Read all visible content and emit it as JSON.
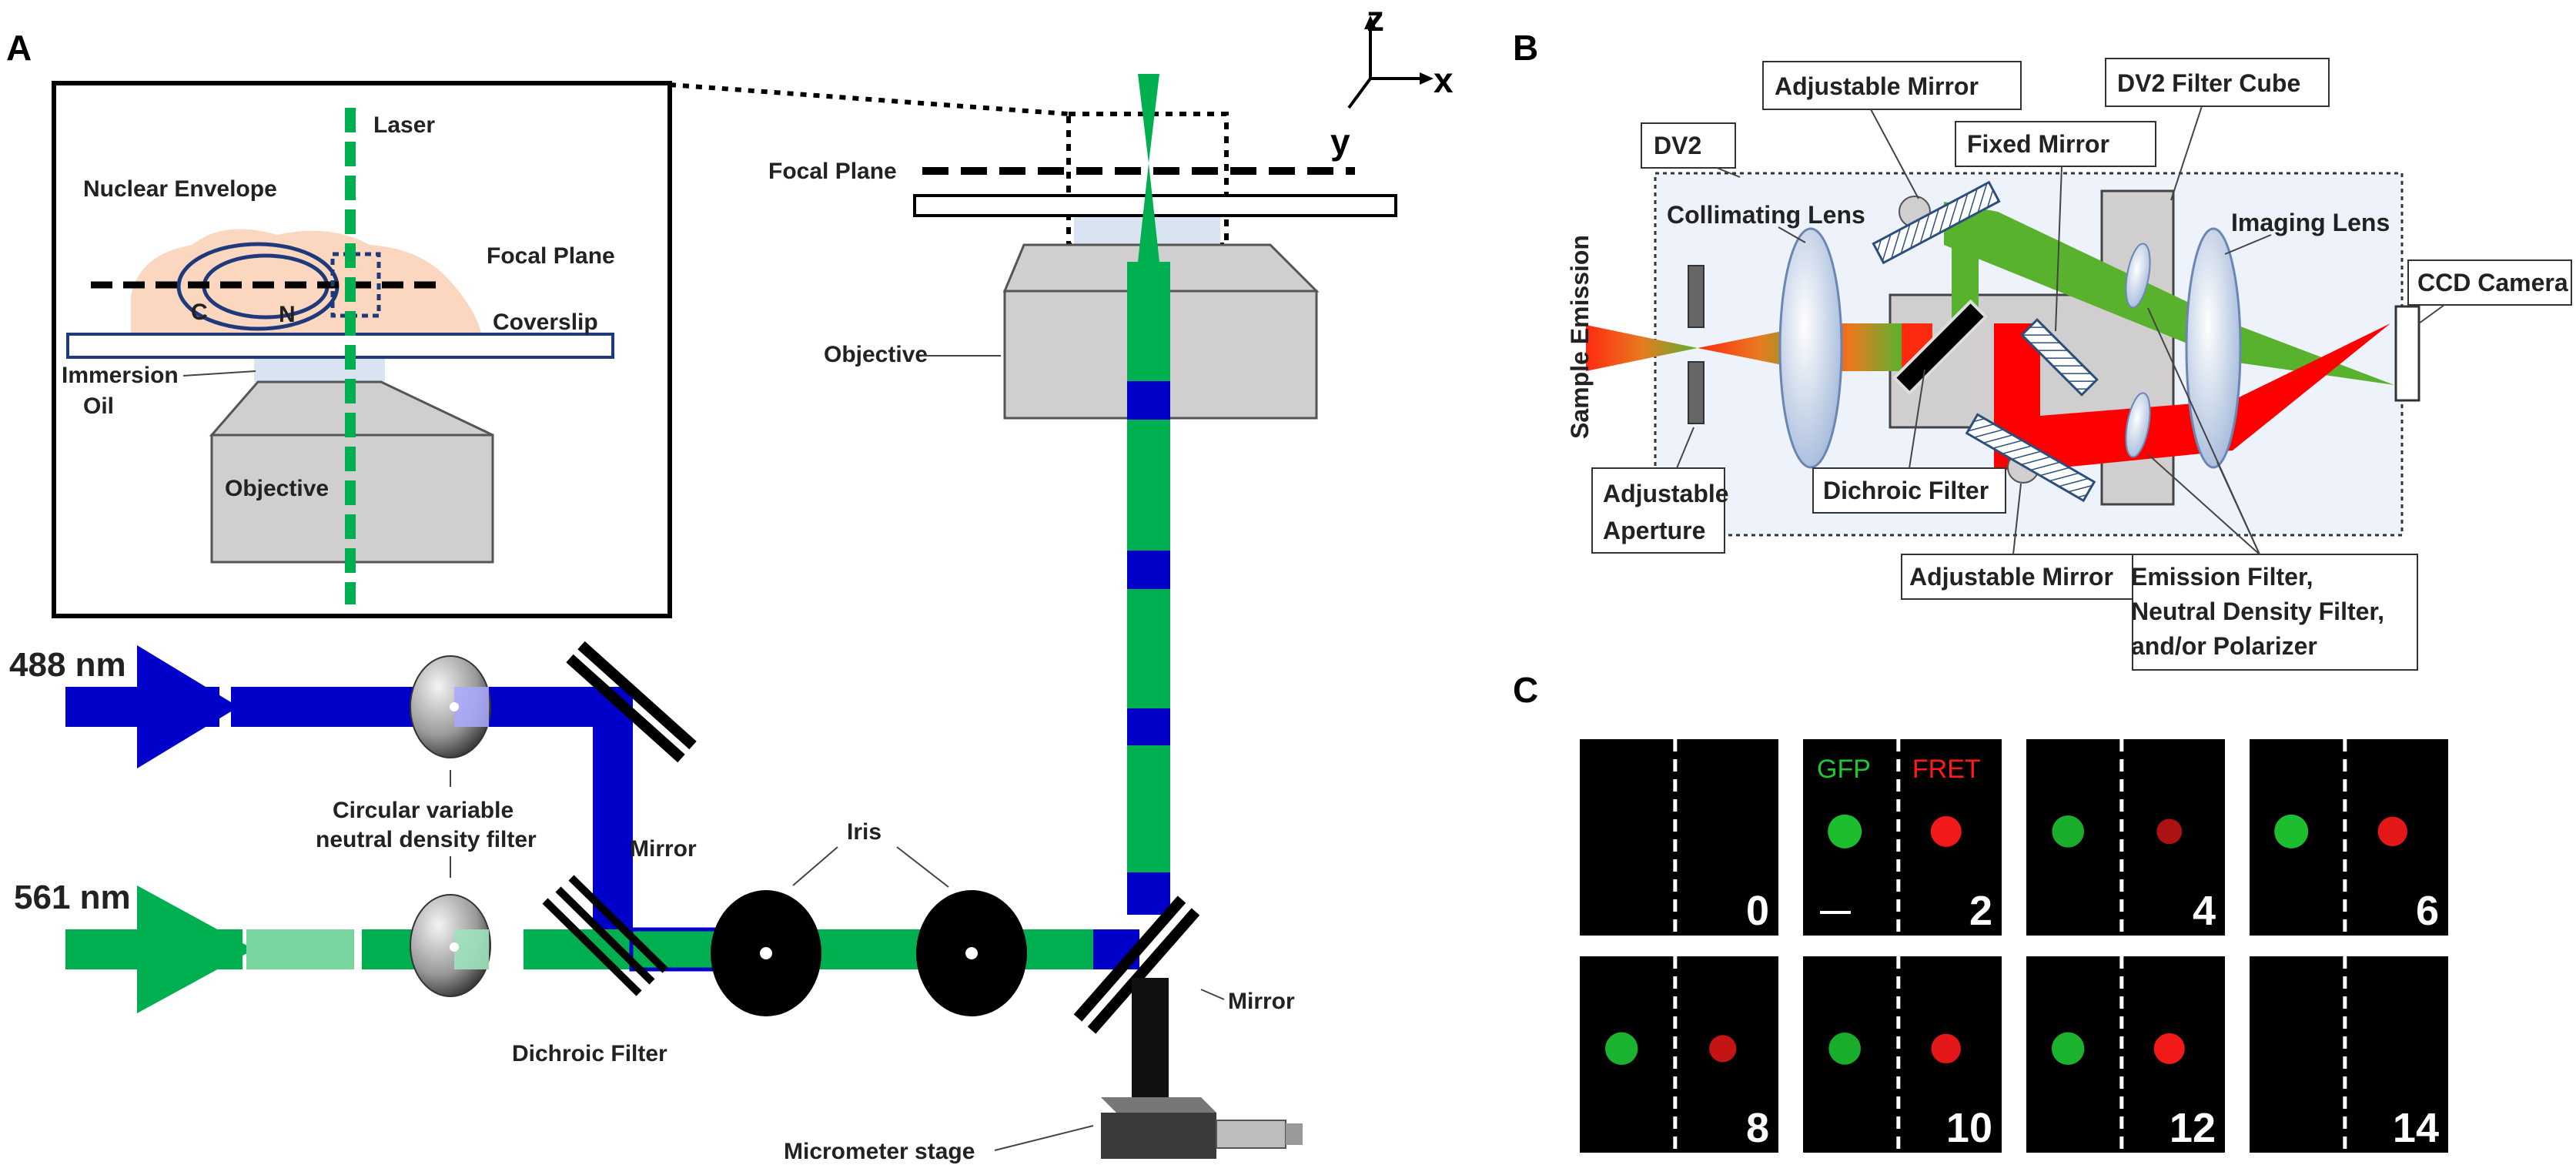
{
  "panels": {
    "a": "A",
    "b": "B",
    "c": "C"
  },
  "panel_a": {
    "inset": {
      "laser": "Laser",
      "nuclear_envelope": "Nuclear Envelope",
      "focal_plane": "Focal Plane",
      "c": "C",
      "n": "N",
      "coverslip": "Coverslip",
      "immersion_line1": "Immersion",
      "immersion_line2": "Oil",
      "objective": "Objective"
    },
    "axes": {
      "z": "z",
      "x": "x",
      "y": "y"
    },
    "focal_plane": "Focal Plane",
    "objective": "Objective",
    "wavelength_488": "488 nm",
    "wavelength_561": "561 nm",
    "cvnd_line1": "Circular variable",
    "cvnd_line2": "neutral density filter",
    "mirror_left": "Mirror",
    "iris": "Iris",
    "dichroic": "Dichroic Filter",
    "mirror_right": "Mirror",
    "stage": "Micrometer stage"
  },
  "panel_b": {
    "adjustable_mirror_top": "Adjustable Mirror",
    "filter_cube": "DV2 Filter Cube",
    "dv2": "DV2",
    "fixed_mirror": "Fixed Mirror",
    "collimating_lens": "Collimating Lens",
    "imaging_lens": "Imaging Lens",
    "ccd_camera": "CCD Camera",
    "sample_emission": "Sample Emission",
    "aperture_line1": "Adjustable",
    "aperture_line2": "Aperture",
    "dichroic_filter": "Dichroic Filter",
    "adjustable_mirror_bottom": "Adjustable Mirror",
    "emission_line1": "Emission Filter,",
    "emission_line2": "Neutral Density Filter,",
    "emission_line3": "and/or Polarizer"
  },
  "panel_c": {
    "channel_left": "GFP",
    "channel_right": "FRET",
    "frames": [
      {
        "label": "0",
        "green": 0,
        "red": 0
      },
      {
        "label": "2",
        "green": 1,
        "red": 1
      },
      {
        "label": "4",
        "green": 0.85,
        "red": 0.55
      },
      {
        "label": "6",
        "green": 1,
        "red": 0.9
      },
      {
        "label": "8",
        "green": 0.9,
        "red": 0.7
      },
      {
        "label": "10",
        "green": 0.85,
        "red": 0.9
      },
      {
        "label": "12",
        "green": 0.9,
        "red": 1
      },
      {
        "label": "14",
        "green": 0,
        "red": 0
      }
    ]
  },
  "colors": {
    "blue_beam": "#0000c8",
    "green_beam": "#00b050",
    "red_beam": "#ff0000"
  }
}
